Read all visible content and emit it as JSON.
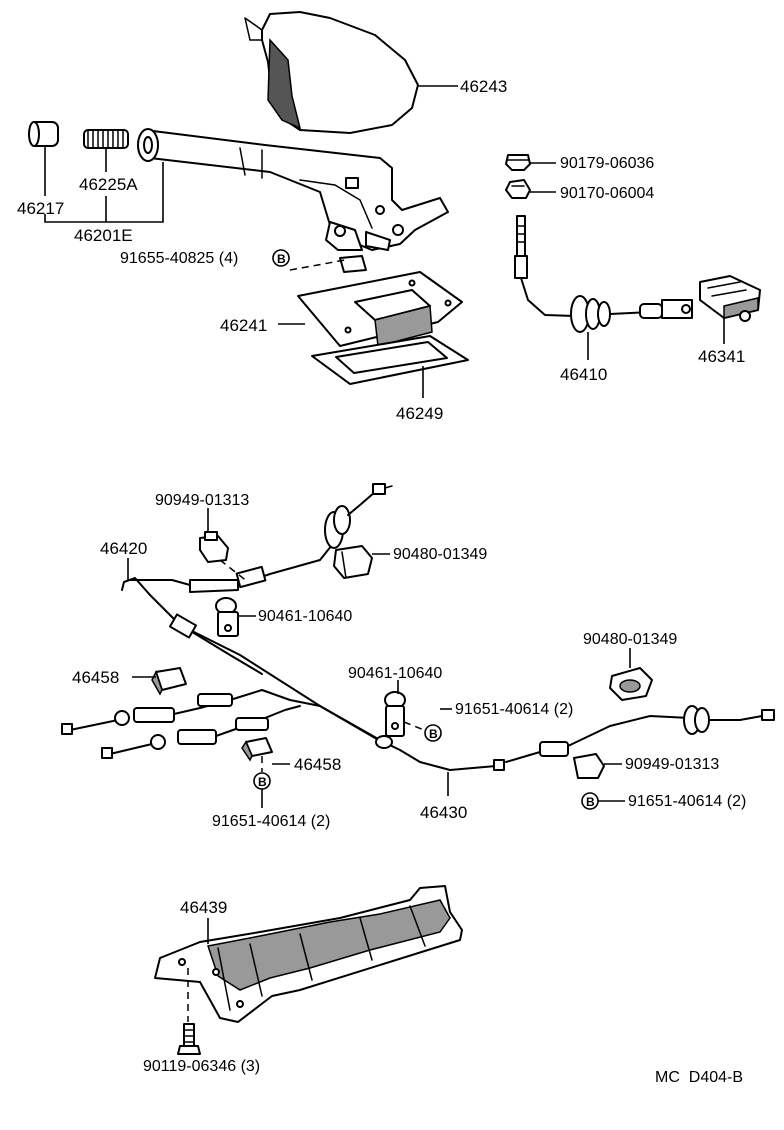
{
  "diagram": {
    "code": "MC  D404-B",
    "callouts": {
      "boot": "46243",
      "cap": "46217",
      "spring": "46225A",
      "lever_assy": "46201E",
      "lever_bolt": "91655-40825 (4)",
      "nut_top": "90179-06036",
      "nut_bottom": "90170-06004",
      "bezel": "46241",
      "gasket": "46249",
      "control_cable": "46410",
      "connector_46341": "46341",
      "clamp_top": "90949-01313",
      "cable_20": "46420",
      "grommet_top": "90480-01349",
      "clip_top": "90461-10640",
      "bracket_left": "46458",
      "clip_mid": "90461-10640",
      "bolt_mid": "91651-40614 (2)",
      "grommet_right": "90480-01349",
      "bracket_lower": "46458",
      "clamp_right": "90949-01313",
      "bolt_lower_left": "91651-40614 (2)",
      "cable_30": "46430",
      "bolt_right": "91651-40614 (2)",
      "heat_insulator": "46439",
      "screw_bottom": "90119-06346 (3)"
    },
    "marker_letter": "B"
  }
}
